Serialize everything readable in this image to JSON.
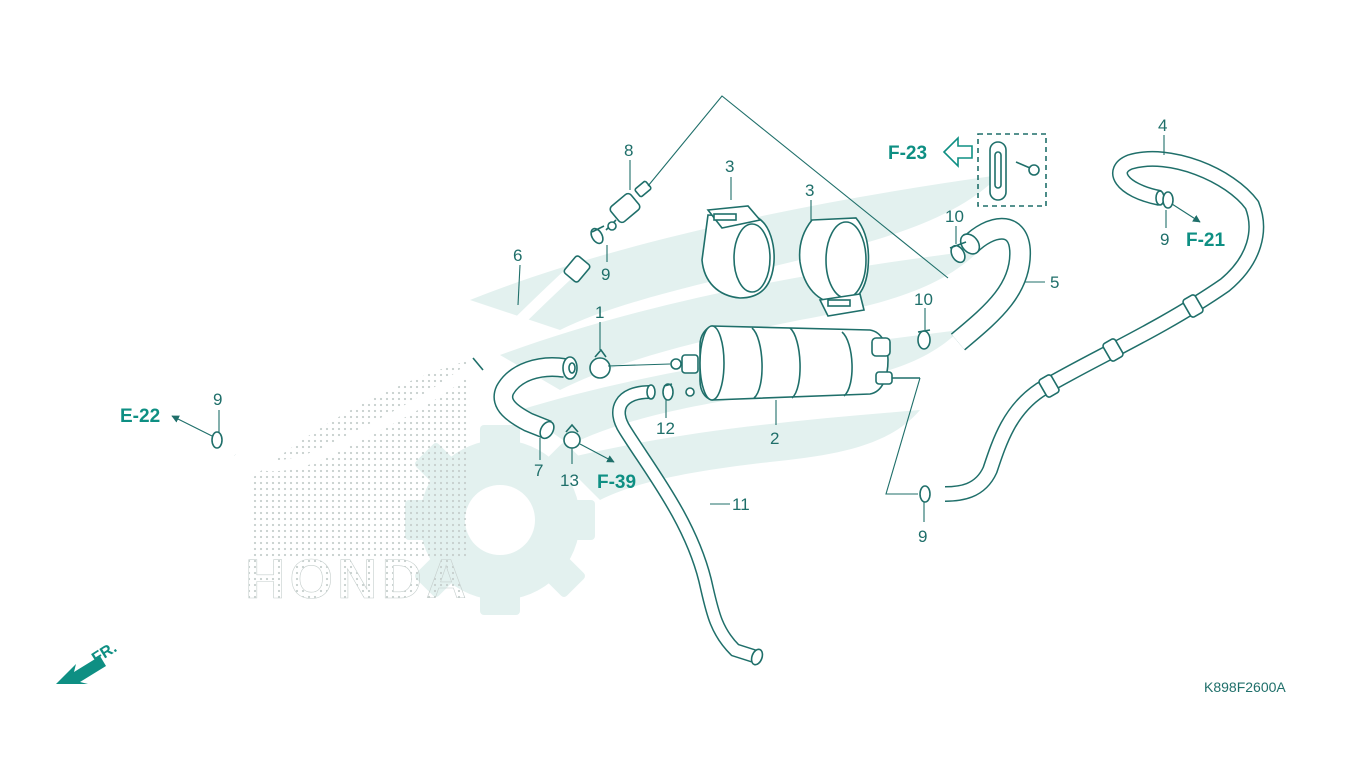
{
  "diagram": {
    "drawing_code": "K898F2600A",
    "front_label": "FR.",
    "watermark_text": "HONDA",
    "colors": {
      "line": "#1f6f6a",
      "reference": "#0e8f83",
      "watermark": "#e3f1ef",
      "watermark_dots": "#c6cfcd"
    },
    "callouts": [
      {
        "id": "c1",
        "label": "1"
      },
      {
        "id": "c2",
        "label": "2"
      },
      {
        "id": "c3a",
        "label": "3"
      },
      {
        "id": "c3b",
        "label": "3"
      },
      {
        "id": "c4",
        "label": "4"
      },
      {
        "id": "c5",
        "label": "5"
      },
      {
        "id": "c6",
        "label": "6"
      },
      {
        "id": "c7",
        "label": "7"
      },
      {
        "id": "c8",
        "label": "8"
      },
      {
        "id": "c9a",
        "label": "9"
      },
      {
        "id": "c9b",
        "label": "9"
      },
      {
        "id": "c9c",
        "label": "9"
      },
      {
        "id": "c9d",
        "label": "9"
      },
      {
        "id": "c10a",
        "label": "10"
      },
      {
        "id": "c10b",
        "label": "10"
      },
      {
        "id": "c11",
        "label": "11"
      },
      {
        "id": "c12",
        "label": "12"
      },
      {
        "id": "c13",
        "label": "13"
      }
    ],
    "references": [
      {
        "id": "e22",
        "label": "E-22"
      },
      {
        "id": "f23",
        "label": "F-23"
      },
      {
        "id": "f21",
        "label": "F-21"
      },
      {
        "id": "f39",
        "label": "F-39"
      }
    ]
  }
}
